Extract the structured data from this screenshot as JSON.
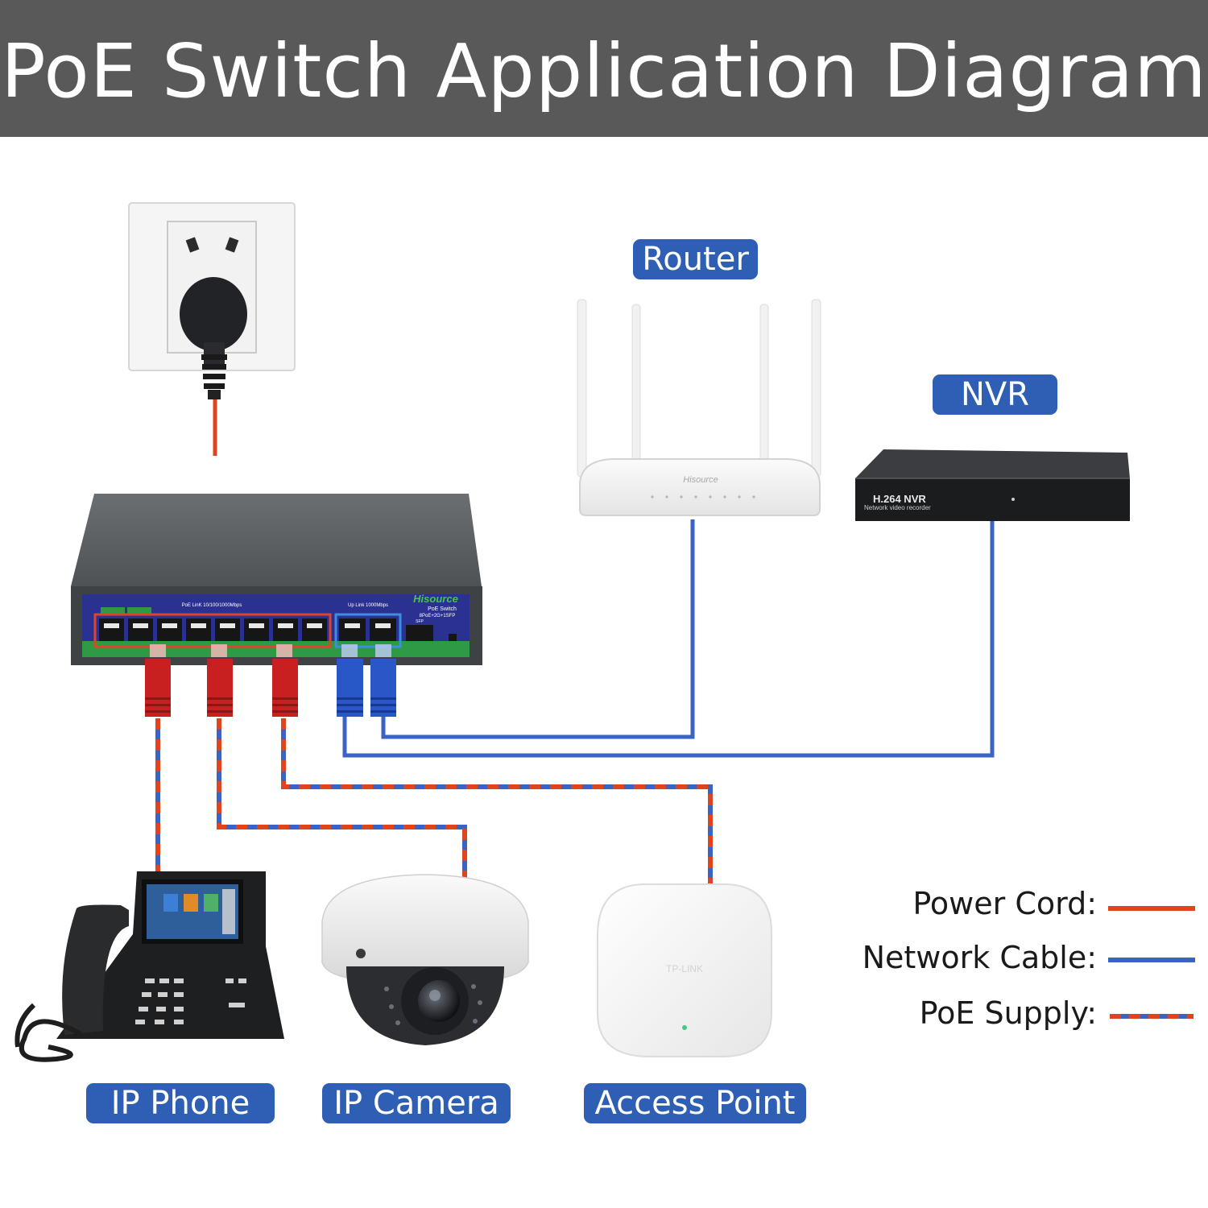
{
  "title": "PoE Switch Application Diagram",
  "devices": {
    "router": "Router",
    "nvr": "NVR",
    "ip_phone": "IP Phone",
    "ip_camera": "IP Camera",
    "access_point": "Access Point"
  },
  "legend": {
    "power_cord": "Power Cord:",
    "network_cable": "Network Cable:",
    "poe_supply": "PoE Supply:"
  },
  "switch_panel": {
    "brand": "Hisource",
    "model": "PoE Switch",
    "ports_desc": "8PoE+2G+1SFP",
    "poe_link": "PoE LinK  10/100/1000Mbps",
    "up_link": "Up Link  1000Mbps",
    "sfp": "SFP"
  },
  "nvr_label": {
    "codec": "H.264 NVR",
    "desc": "Network video recorder"
  },
  "router_brand": "Hisource",
  "ap_brand": "TP-LINK",
  "colors": {
    "header": "#595959",
    "badge": "#2f5fb5",
    "power": "#e0441f",
    "network": "#3a63c4"
  }
}
